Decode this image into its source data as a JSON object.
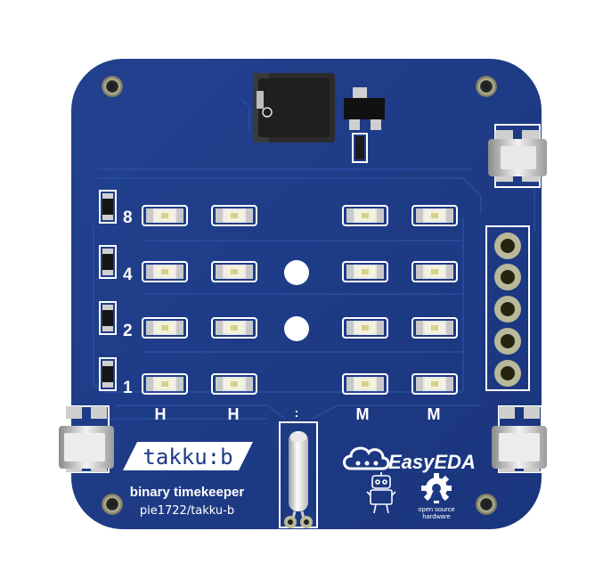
{
  "board": {
    "row_labels": [
      "8",
      "4",
      "2",
      "1"
    ],
    "column_labels": [
      "H",
      "H",
      "M",
      "M"
    ],
    "colon_label": ":",
    "brand": {
      "logo_text": "takku:b",
      "subtitle": "binary timekeeper",
      "repo": "pie1722/takku-b"
    },
    "easyeda": {
      "text": "EasyEDA"
    },
    "oshw": {
      "line1": "open source",
      "line2": "hardware"
    }
  },
  "colors": {
    "background": "#ffffff",
    "pcb": "#1e3a86",
    "silkscreen": "#ffffff",
    "copper_pad": "#c9c9c9",
    "led_body": "#f4f2dc"
  }
}
